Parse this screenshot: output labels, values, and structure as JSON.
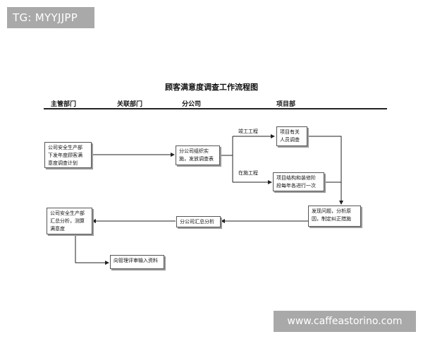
{
  "top_badge": "TG: MYYJJPP",
  "watermark": "www.caffeastorino.com",
  "title": "顾客满意度调查工作流程图",
  "columns": [
    "主管部门",
    "关联部门",
    "分公司",
    "项目部"
  ],
  "nodes": {
    "plan": "公司安全生产部\n下发年度顾客满\n意度调查计划",
    "implement": "分公司组织实\n施，发放调查表",
    "survey": "项目有关\n人员调查",
    "quarterly": "项目结构和装修阶\n段每年各进行一次",
    "analyze": "发现问题，分析原\n因，制定纠正措施",
    "branch_summary": "分公司汇总分析",
    "hq_summary": "公司安全生产部\n汇总分析，测算\n满意度",
    "report": "向管理评审输入资料"
  },
  "edge_labels": {
    "completed": "竣工工程",
    "ongoing": "在施工程"
  }
}
